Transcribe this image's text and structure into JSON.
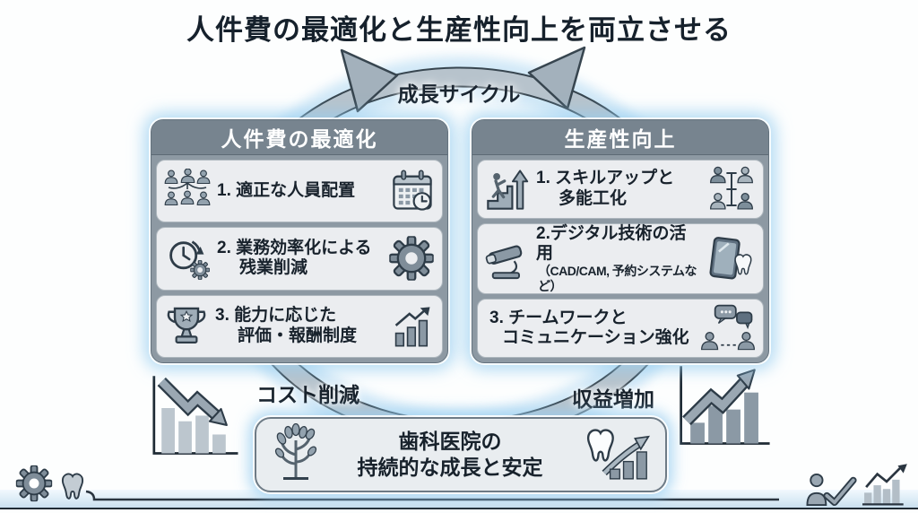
{
  "title": "人件費の最適化と生産性向上を両立させる",
  "cycle_label": "成長サイクル",
  "left_panel": {
    "header": "人件費の最適化",
    "items": [
      {
        "line1": "1. 適正な人員配置",
        "line2": "",
        "icon_left": "org-people-icon",
        "icon_right": "calendar-clock-icon"
      },
      {
        "line1": "2. 業務効率化による",
        "line2": "残業削減",
        "icon_left": "clock-gear-icon",
        "icon_right": "gear-icon"
      },
      {
        "line1": "3. 能力に応じた",
        "line2": "評価・報酬制度",
        "icon_left": "trophy-icon",
        "icon_right": "bar-chart-up-icon"
      }
    ]
  },
  "right_panel": {
    "header": "生産性向上",
    "items": [
      {
        "line1": "1. スキルアップと",
        "line2": "多能工化",
        "icon_left": "stairs-up-icon",
        "icon_right": "four-staff-icon"
      },
      {
        "line1": "2.デジタル技術の活用",
        "line2": "（CAD/CAM, 予約システムなど）",
        "icon_left": "scanner-icon",
        "icon_right": "tablet-tooth-icon"
      },
      {
        "line1": "3. チームワークと",
        "line2": "コミュニケーション強化",
        "icon_left": "",
        "icon_right": "chat-people-icon"
      }
    ]
  },
  "cost_label": "コスト削減",
  "revenue_label": "収益増加",
  "bottom_box": {
    "line1": "歯科医院の",
    "line2": "持続的な成長と安定",
    "icon_left": "tree-icon",
    "icon_right": "tooth-growth-chart-icon"
  },
  "decorations": [
    "declining-bar-chart-icon",
    "rising-bar-chart-icon",
    "gear-icon",
    "tooth-icon",
    "person-check-icon",
    "mini-growth-chart-icon"
  ],
  "colors": {
    "header_bg": "#77848f",
    "panel_bg": "#8d99a3",
    "row_bg": "#ebedf0",
    "ring": "#b7c3cc",
    "outline": "#2e3c48",
    "glow": "#bfe0f5",
    "title_text": "#16212c"
  }
}
